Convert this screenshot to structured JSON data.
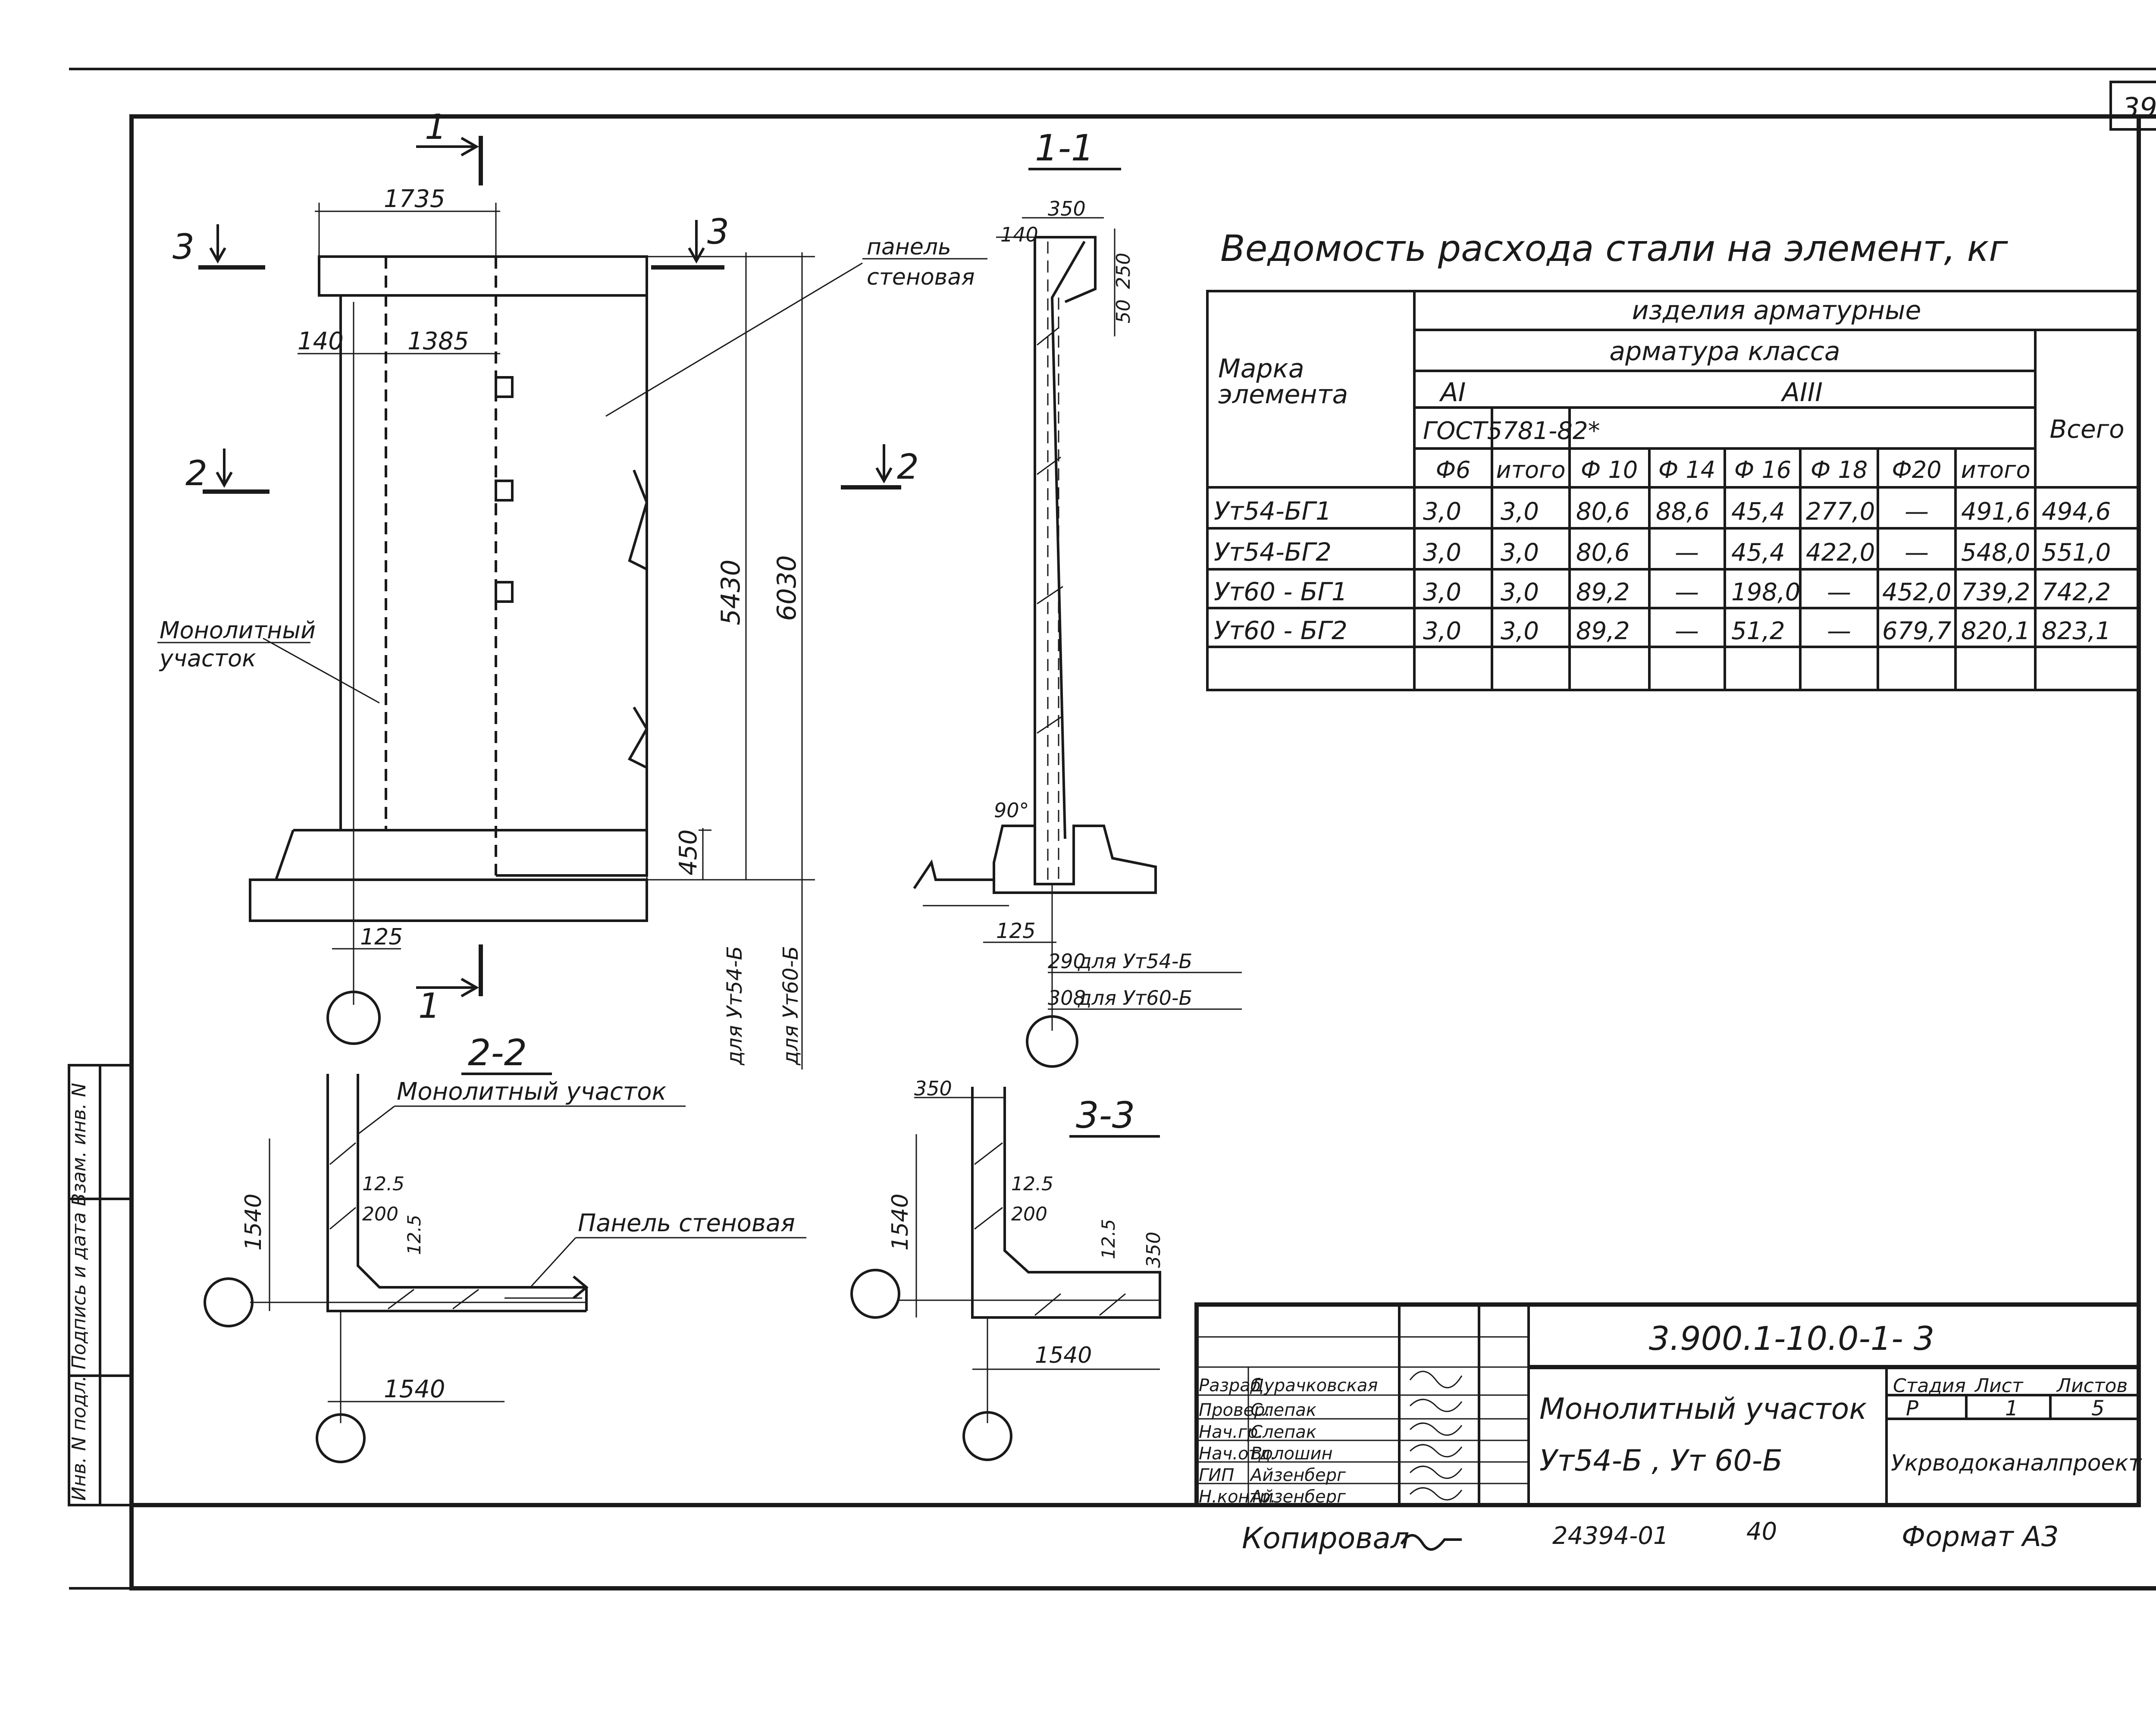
{
  "sheet": {
    "page_number": "39",
    "designation": "3.900.1-10.0-1- 3",
    "title_line1": "Монолитный участок",
    "title_line2": "Ут54-Б , Ут 60-Б",
    "organization": "Укрводоканалпроект",
    "stage_header": "Стадия",
    "sheet_header": "Лист",
    "sheets_header": "Листов",
    "stage": "Р",
    "sheet_no": "1",
    "sheets_total": "5",
    "copied_label": "Копировал",
    "inventory_no": "24394-01",
    "inventory_sub": "40",
    "format_label": "Формат А3",
    "side_stamp": "Инв. N подл. Подпись и дата Взам. инв. N",
    "signatures": [
      {
        "role": "Разраб",
        "name": "Дурачковская"
      },
      {
        "role": "Провер.",
        "name": "Слепак"
      },
      {
        "role": "Нач.гр.",
        "name": "Слепак"
      },
      {
        "role": "Нач.отд.",
        "name": "Волошин"
      },
      {
        "role": "ГИП",
        "name": "Айзенберг"
      },
      {
        "role": "Н.контр.",
        "name": "Айзенберг"
      }
    ]
  },
  "steel_table": {
    "title": "Ведомость расхода стали на элемент, кг",
    "header_items": "изделия арматурные",
    "header_class": "арматура класса",
    "header_mark": "Марка элемента",
    "header_ai": "AI",
    "header_aiii": "AIII",
    "header_gost": "ГОСТ5781-82*",
    "header_total": "Всего",
    "columns": [
      "Ф6",
      "итого",
      "Ф 10",
      "Ф 14",
      "Ф 16",
      "Ф 18",
      "Ф20",
      "итого"
    ],
    "rows": [
      {
        "mark": "Ут54-БГ1",
        "values": [
          "3,0",
          "3,0",
          "80,6",
          "88,6",
          "45,4",
          "277,0",
          "—",
          "491,6",
          "494,6"
        ]
      },
      {
        "mark": "Ут54-БГ2",
        "values": [
          "3,0",
          "3,0",
          "80,6",
          "—",
          "45,4",
          "422,0",
          "—",
          "548,0",
          "551,0"
        ]
      },
      {
        "mark": "Ут60 - БГ1",
        "values": [
          "3,0",
          "3,0",
          "89,2",
          "—",
          "198,0",
          "—",
          "452,0",
          "739,2",
          "742,2"
        ]
      },
      {
        "mark": "Ут60 - БГ2",
        "values": [
          "3,0",
          "3,0",
          "89,2",
          "—",
          "51,2",
          "—",
          "679,7",
          "820,1",
          "823,1"
        ]
      }
    ]
  },
  "drawing": {
    "elevation": {
      "cut1_label": "1",
      "cut2_label": "2",
      "cut3_label": "3",
      "dim_width": "1735",
      "dim_140": "140",
      "dim_1385": "1385",
      "dim_5430": "5430",
      "dim_6030": "6030",
      "dim_450": "450",
      "dim_125": "125",
      "note_panel": "панель стеновая",
      "note_monolith": "Монолитный участок",
      "for_ut54": "для Ут54-Б",
      "for_ut60": "для Ут60-Б"
    },
    "section_1_1": {
      "title": "1-1",
      "dim_350": "350",
      "dim_140": "140",
      "dim_250": "250",
      "dim_50": "50",
      "angle": "90°",
      "dim_125": "125",
      "dim_290": "290",
      "dim_308": "308",
      "for_ut54": "для Ут54-Б",
      "for_ut60": "для Ут60-Б"
    },
    "section_2_2": {
      "title": "2-2",
      "note_monolith": "Монолитный участок",
      "note_panel": "Панель стеновая",
      "dim_1540_v": "1540",
      "dim_125": "12.5",
      "dim_200": "200",
      "dim_125b": "12.5",
      "dim_1540_h": "1540"
    },
    "section_3_3": {
      "title": "3-3",
      "dim_350_top": "350",
      "dim_1540_v": "1540",
      "dim_125": "12.5",
      "dim_200": "200",
      "dim_125b": "12.5",
      "dim_350_side": "350",
      "dim_1540_h": "1540"
    }
  }
}
